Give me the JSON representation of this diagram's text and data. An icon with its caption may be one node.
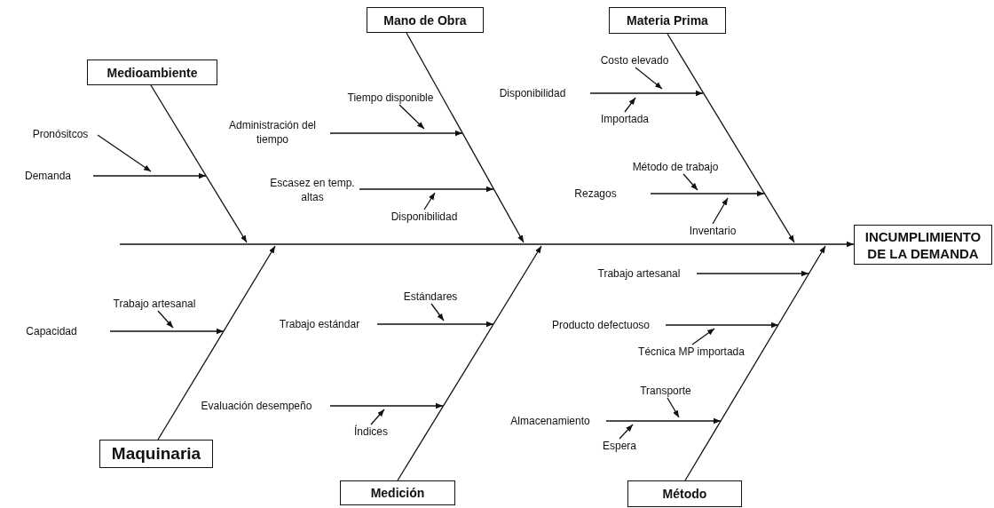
{
  "diagram": {
    "nodes": [
      {
        "text": [
          "Medioambiente"
        ]
      },
      {
        "text": [
          "Mano de Obra"
        ]
      },
      {
        "text": [
          "Materia Prima"
        ]
      },
      {
        "text": [
          "Pronósitcos"
        ]
      },
      {
        "text": [
          "Demanda"
        ]
      },
      {
        "text": [
          "Tiempo disponible"
        ]
      },
      {
        "text": [
          "Administración del tiempo"
        ]
      },
      {
        "text": [
          "Escasez en temp. altas"
        ]
      },
      {
        "text": [
          "Disponibilidad"
        ]
      },
      {
        "text": [
          "Disponibilidad"
        ]
      },
      {
        "text": [
          "Costo elevado"
        ]
      },
      {
        "text": [
          "Importada"
        ]
      },
      {
        "text": [
          "Método de trabajo"
        ]
      },
      {
        "text": [
          "Rezagos"
        ]
      },
      {
        "text": [
          "Inventario"
        ]
      },
      {
        "text": [
          "INCUMPLIMIENTO DE LA DEMANDA"
        ]
      },
      {
        "text": [
          "Trabajo artesanal"
        ]
      },
      {
        "text": [
          "Capacidad"
        ]
      },
      {
        "text": [
          "Estándares"
        ]
      },
      {
        "text": [
          "Trabajo estándar"
        ]
      },
      {
        "text": [
          "Evaluación desempeño"
        ]
      },
      {
        "text": [
          "Índices"
        ]
      },
      {
        "text": [
          "Trabajo artesanal"
        ]
      },
      {
        "text": [
          "Producto defectuoso"
        ]
      },
      {
        "text": [
          "Técnica MP importada"
        ]
      },
      {
        "text": [
          "Transporte"
        ]
      },
      {
        "text": [
          "Almacenamiento"
        ]
      },
      {
        "text": [
          "Espera"
        ]
      },
      {
        "text": [
          "Maquinaria"
        ]
      },
      {
        "text": [
          "Medición"
        ]
      },
      {
        "text": [
          "Método"
        ]
      }
    ],
    "edges": [
      {
        "from": null,
        "to": 15,
        "arrow": "to"
      },
      {
        "from": 0,
        "to": null,
        "arrow": "to"
      },
      {
        "from": 1,
        "to": null,
        "arrow": "to"
      },
      {
        "from": 2,
        "to": null,
        "arrow": "to"
      },
      {
        "from": 28,
        "to": null,
        "arrow": "to"
      },
      {
        "from": 29,
        "to": null,
        "arrow": "to"
      },
      {
        "from": 30,
        "to": null,
        "arrow": "to"
      },
      {
        "from": 4,
        "to": null,
        "arrow": "to"
      },
      {
        "from": 3,
        "to": null,
        "arrow": "to"
      },
      {
        "from": 6,
        "to": null,
        "arrow": "to"
      },
      {
        "from": 5,
        "to": null,
        "arrow": "to"
      },
      {
        "from": 7,
        "to": null,
        "arrow": "to"
      },
      {
        "from": 8,
        "to": null,
        "arrow": "to"
      },
      {
        "from": 9,
        "to": null,
        "arrow": "to"
      },
      {
        "from": 10,
        "to": null,
        "arrow": "to"
      },
      {
        "from": 11,
        "to": null,
        "arrow": "to"
      },
      {
        "from": 13,
        "to": null,
        "arrow": "to"
      },
      {
        "from": 12,
        "to": null,
        "arrow": "to"
      },
      {
        "from": 14,
        "to": null,
        "arrow": "to"
      },
      {
        "from": 17,
        "to": null,
        "arrow": "to"
      },
      {
        "from": 16,
        "to": null,
        "arrow": "to"
      },
      {
        "from": 19,
        "to": null,
        "arrow": "to"
      },
      {
        "from": 18,
        "to": null,
        "arrow": "to"
      },
      {
        "from": 20,
        "to": null,
        "arrow": "to"
      },
      {
        "from": 21,
        "to": null,
        "arrow": "to"
      },
      {
        "from": 22,
        "to": null,
        "arrow": "to"
      },
      {
        "from": 23,
        "to": null,
        "arrow": "to"
      },
      {
        "from": 24,
        "to": null,
        "arrow": "to"
      },
      {
        "from": 26,
        "to": null,
        "arrow": "to"
      },
      {
        "from": 25,
        "to": null,
        "arrow": "to"
      },
      {
        "from": 27,
        "to": null,
        "arrow": "to"
      }
    ]
  }
}
